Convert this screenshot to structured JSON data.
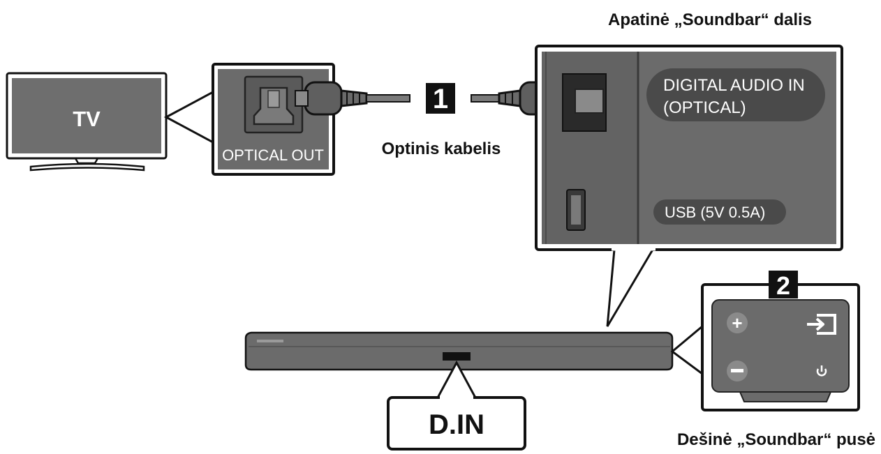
{
  "tv": {
    "label": "TV"
  },
  "optical_out": {
    "label": "OPTICAL OUT"
  },
  "cable": {
    "label": "Optinis kabelis",
    "step": "1"
  },
  "soundbar_bottom": {
    "title": "Apatinė „Soundbar“ dalis",
    "port_line1": "DIGITAL AUDIO IN",
    "port_line2": "(OPTICAL)",
    "usb": "USB (5V 0.5A)"
  },
  "soundbar_right": {
    "title": "Dešinė „Soundbar“ pusė",
    "step": "2"
  },
  "din": {
    "label": "D.IN"
  },
  "colors": {
    "panel": "#6b6b6b",
    "panel_dark": "#4a4a4a",
    "screen": "#6e6e6e",
    "outline": "#111111"
  }
}
